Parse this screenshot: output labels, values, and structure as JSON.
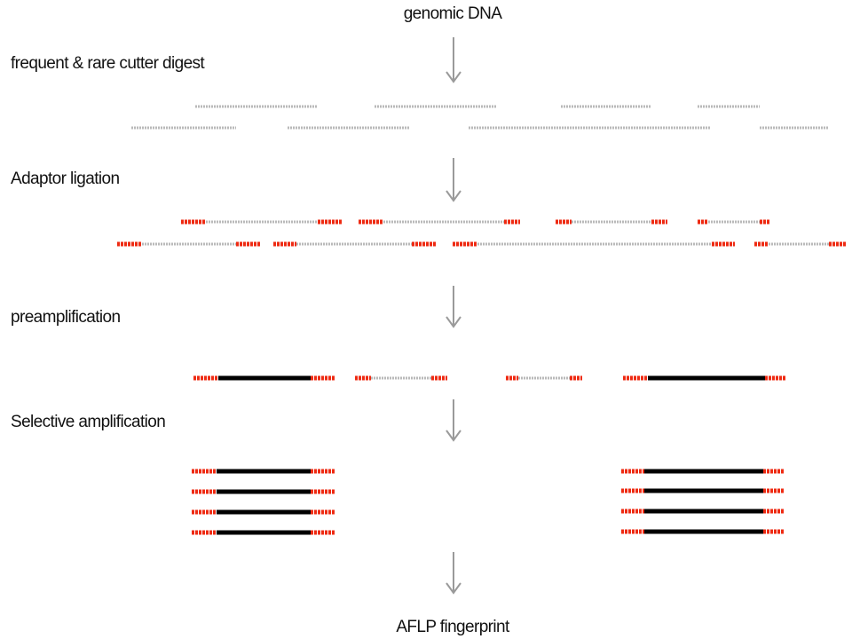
{
  "title_top": "genomic DNA",
  "title_bottom": "AFLP fingerprint",
  "steps": [
    "frequent & rare cutter digest",
    "Adaptor ligation",
    "preamplification",
    "Selective amplification"
  ],
  "colors": {
    "unamplified_fragment": "#b9b9b9",
    "adaptor": "#ee2a12",
    "amplified_fragment": "#000000",
    "arrow": "#9a9a9a"
  }
}
